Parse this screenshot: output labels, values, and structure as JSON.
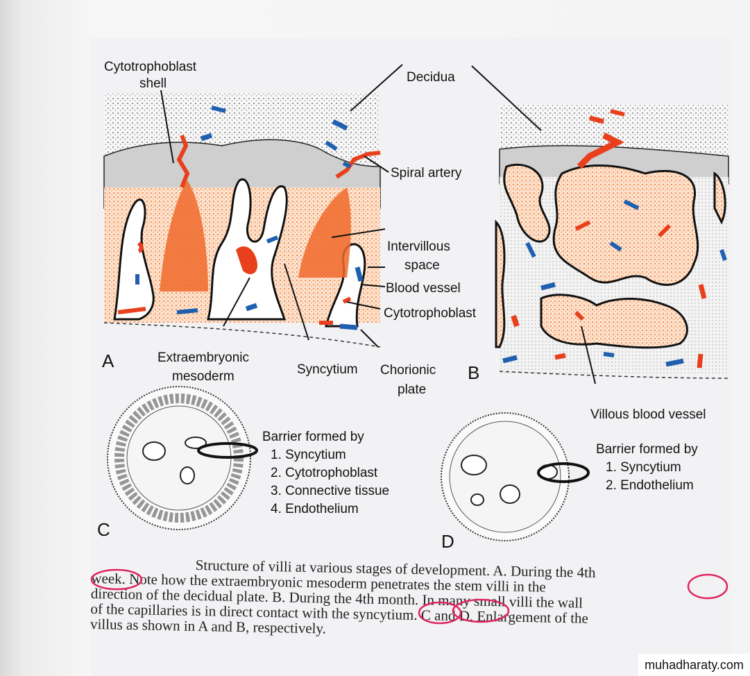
{
  "figure": {
    "labels": {
      "cytotrophoblast_shell_1": "Cytotrophoblast",
      "cytotrophoblast_shell_2": "shell",
      "decidua": "Decidua",
      "spiral_artery": "Spiral artery",
      "intervillous_space_1": "Intervillous",
      "intervillous_space_2": "space",
      "blood_vessel": "Blood vessel",
      "cytotrophoblast": "Cytotrophoblast",
      "extraembryonic_mesoderm_1": "Extraembryonic",
      "extraembryonic_mesoderm_2": "mesoderm",
      "syncytium": "Syncytium",
      "chorionic_plate_1": "Chorionic",
      "chorionic_plate_2": "plate",
      "villous_blood_vessel": "Villous blood vessel"
    },
    "panels": {
      "a": "A",
      "b": "B",
      "c": "C",
      "d": "D"
    },
    "barrier_c": {
      "title": "Barrier formed by",
      "items": [
        "1. Syncytium",
        "2. Cytotrophoblast",
        "3. Connective tissue",
        "4. Endothelium"
      ]
    },
    "barrier_d": {
      "title": "Barrier formed by",
      "items": [
        "1. Syncytium",
        "2. Endothelium"
      ]
    }
  },
  "caption": {
    "line1": "Structure of villi at various stages of development. A. During the 4th",
    "line2": "week. Note how the extraembryonic mesoderm penetrates the stem villi in the",
    "line3": "direction of the decidual plate. B. During the 4th month. In many small villi the wall",
    "line4": "of the capillaries is in direct contact with the syncytium. C and D. Enlargement of the",
    "line5": "villus as shown in A and B, respectively."
  },
  "watermark": "muhadharaty.com",
  "colors": {
    "artery": "#e8401c",
    "vein": "#1f5fb0",
    "stroma": "#f3b48a",
    "annotation": "#e0245e"
  }
}
